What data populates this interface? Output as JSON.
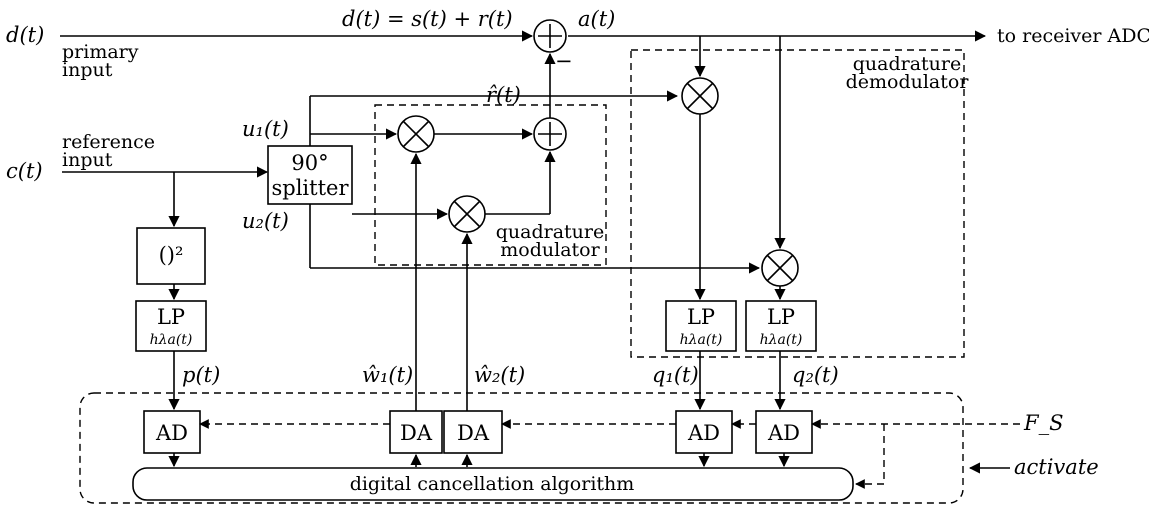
{
  "signals": {
    "d": "d(t)",
    "d_eq": "d(t) = s(t) + r(t)",
    "a": "a(t)",
    "r_hat": "r̂(t)",
    "c": "c(t)",
    "u1": "u₁(t)",
    "u2": "u₂(t)",
    "p": "p(t)",
    "w1_hat": "ŵ₁(t)",
    "w2_hat": "ŵ₂(t)",
    "q1": "q₁(t)",
    "q2": "q₂(t)",
    "fs": "F_S",
    "activate": "activate"
  },
  "labels": {
    "to_adc": "to receiver ADC",
    "primary_1": "primary",
    "primary_2": "input",
    "reference_1": "reference",
    "reference_2": "input",
    "quad_demod_1": "quadrature",
    "quad_demod_2": "demodulator",
    "quad_mod_1": "quadrature",
    "quad_mod_2": "modulator",
    "minus_sign": "−"
  },
  "blocks": {
    "splitter_1": "90°",
    "splitter_2": "splitter",
    "square": "()²",
    "lp": "LP",
    "lp_sub": "hλa(t)",
    "ad": "AD",
    "da": "DA",
    "algorithm": "digital cancellation algorithm"
  }
}
